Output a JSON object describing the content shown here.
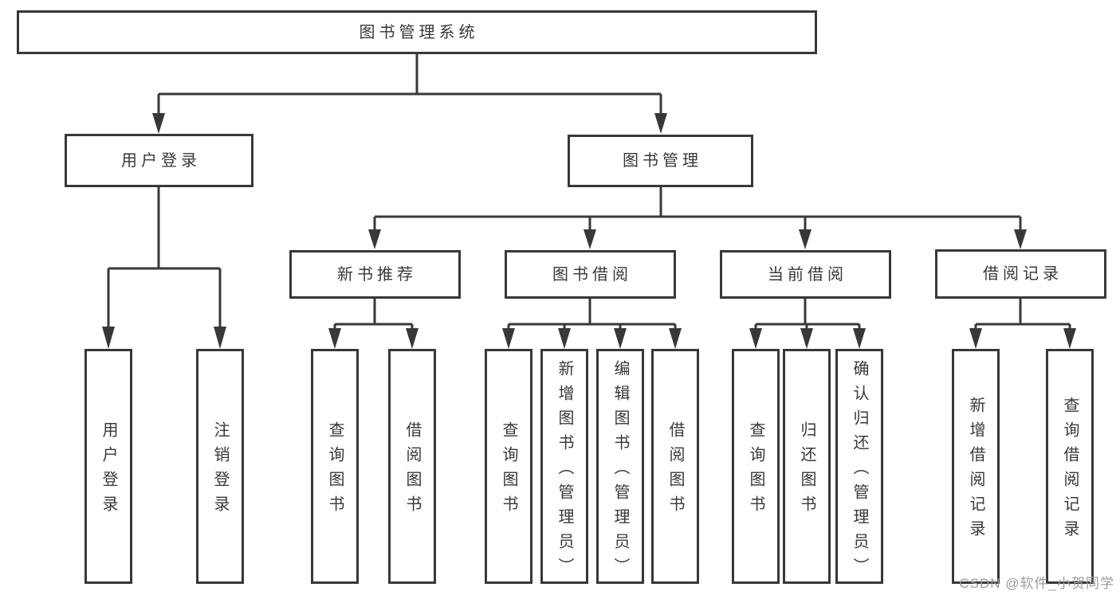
{
  "diagram": {
    "title": "图书管理系统",
    "type": "hierarchy-tree",
    "colors": {
      "line": "#383838",
      "text": "#383838",
      "box_background": "#ffffff",
      "page_background": "#ffffff",
      "watermark": "#9c9c9c"
    },
    "tree": {
      "label": "图书管理系统",
      "children": [
        {
          "label": "用户登录",
          "children": [
            {
              "label": "用户登录"
            },
            {
              "label": "注销登录"
            }
          ]
        },
        {
          "label": "图书管理",
          "children": [
            {
              "label": "新书推荐",
              "children": [
                {
                  "label": "查询图书"
                },
                {
                  "label": "借阅图书"
                }
              ]
            },
            {
              "label": "图书借阅",
              "children": [
                {
                  "label": "查询图书"
                },
                {
                  "label": "新增图书（管理员）"
                },
                {
                  "label": "编辑图书（管理员）"
                },
                {
                  "label": "借阅图书"
                }
              ]
            },
            {
              "label": "当前借阅",
              "children": [
                {
                  "label": "查询图书"
                },
                {
                  "label": "归还图书"
                },
                {
                  "label": "确认归还（管理员）"
                }
              ]
            },
            {
              "label": "借阅记录",
              "children": [
                {
                  "label": "新增借阅记录"
                },
                {
                  "label": "查询借阅记录"
                }
              ]
            }
          ]
        }
      ]
    },
    "watermark": {
      "text": "CSDN @软件_小贺同学"
    }
  }
}
